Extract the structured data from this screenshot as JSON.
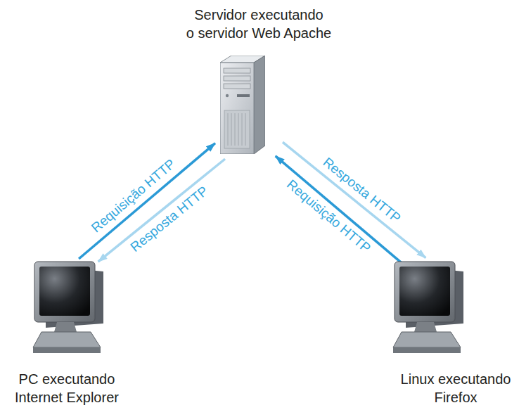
{
  "diagram": {
    "nodes": [
      {
        "text": [
          "Servidor executando o servidor Web Apache"
        ]
      },
      {
        "text": [
          "PC executando Internet Explorer"
        ]
      },
      {
        "text": [
          "Linux executando Firefox"
        ]
      }
    ],
    "edges": [
      {
        "from": 1,
        "to": 0,
        "arrow": "to",
        "label": "Requisição HTTP"
      },
      {
        "from": 0,
        "to": 1,
        "arrow": "to",
        "label": "Resposta HTTP"
      },
      {
        "from": 0,
        "to": 2,
        "arrow": "to",
        "label": "Resposta HTTP"
      },
      {
        "from": 2,
        "to": 0,
        "arrow": "to",
        "label": "Requisição HTTP"
      }
    ]
  }
}
